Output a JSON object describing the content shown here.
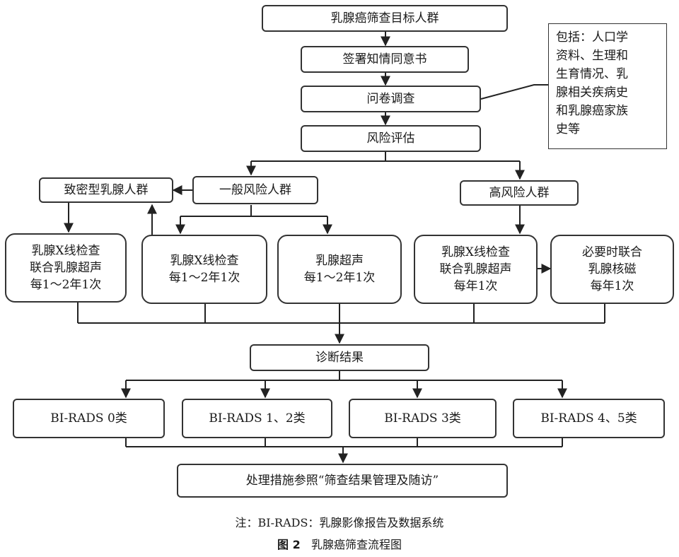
{
  "nodes": {
    "target": "乳腺癌筛查目标人群",
    "consent": "签署知情同意书",
    "survey": "问卷调查",
    "risk": "风险评估",
    "dense": "致密型乳腺人群",
    "general": "一般风险人群",
    "high": "高风险人群",
    "dense_exam": "乳腺X线检查\n联合乳腺超声\n每1～2年1次",
    "general_mammo": "乳腺X线检查\n每1～2年1次",
    "general_us": "乳腺超声\n每1～2年1次",
    "high_exam": "乳腺X线检查\n联合乳腺超声\n每年1次",
    "high_mri": "必要时联合\n乳腺核磁\n每年1次",
    "diagnosis": "诊断结果",
    "birads0": "BI-RADS 0类",
    "birads12": "BI-RADS 1、2类",
    "birads3": "BI-RADS 3类",
    "birads45": "BI-RADS 4、5类",
    "action": "处理措施参照“筛查结果管理及随访”"
  },
  "survey_note": "包括：人口学\n资料、生理和\n生育情况、乳\n腺相关疾病史\n和乳腺癌家族\n史等",
  "caption": {
    "note": "注：BI-RADS：乳腺影像报告及数据系统",
    "fig_label": "图 2",
    "fig_title": "乳腺癌筛查流程图"
  }
}
